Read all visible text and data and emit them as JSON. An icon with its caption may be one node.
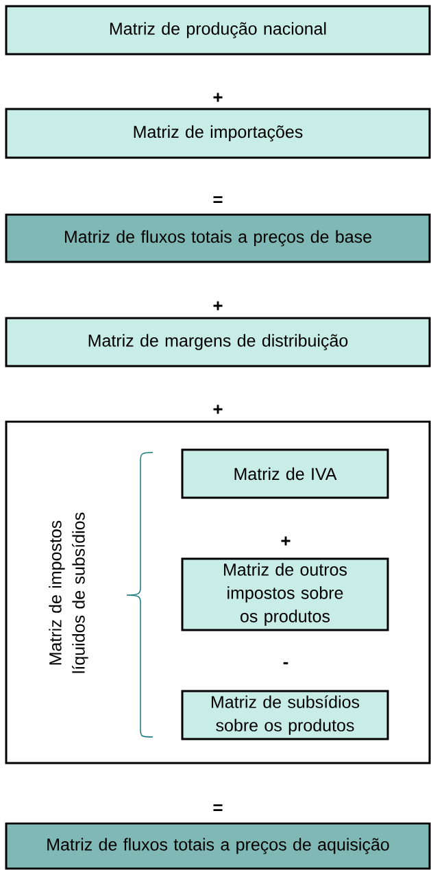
{
  "diagram": {
    "nodes": [
      {
        "text": [
          "Matriz de produção nacional"
        ]
      },
      {
        "text": [
          "Matriz de importações"
        ]
      },
      {
        "text": [
          "Matriz de fluxos totais a preços de base"
        ]
      },
      {
        "text": [
          "Matriz de margens de distribuição"
        ]
      },
      {
        "text": [
          "Matriz de impostos líquidos de subsídios"
        ]
      },
      {
        "text": [
          "Matriz de IVA"
        ],
        "in": 4
      },
      {
        "text": [
          "Matriz de outros impostos sobre os produtos"
        ],
        "in": 4
      },
      {
        "text": [
          "Matriz de subsídios sobre os produtos"
        ],
        "in": 4
      },
      {
        "text": [
          "Matriz de fluxos totais a preços de aquisição"
        ]
      }
    ],
    "labels": [
      "+",
      "=",
      "+",
      "+",
      "+",
      "-",
      "="
    ]
  }
}
